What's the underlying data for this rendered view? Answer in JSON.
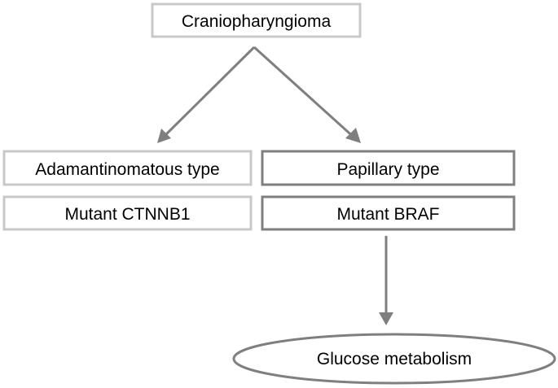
{
  "nodes": {
    "root": {
      "label": "Craniopharyngioma"
    },
    "adamantinomatous_type": {
      "label": "Adamantinomatous type"
    },
    "adamantinomatous_mutation": {
      "label": "Mutant CTNNB1"
    },
    "papillary_type": {
      "label": "Papillary type"
    },
    "papillary_mutation": {
      "label": "Mutant BRAF"
    },
    "outcome": {
      "label": "Glucose metabolism"
    }
  },
  "colors": {
    "light_border": "#c8c8c8",
    "dark_border": "#7f7f7f",
    "arrow": "#7f7f7f",
    "text": "#000000",
    "background": "#ffffff"
  }
}
